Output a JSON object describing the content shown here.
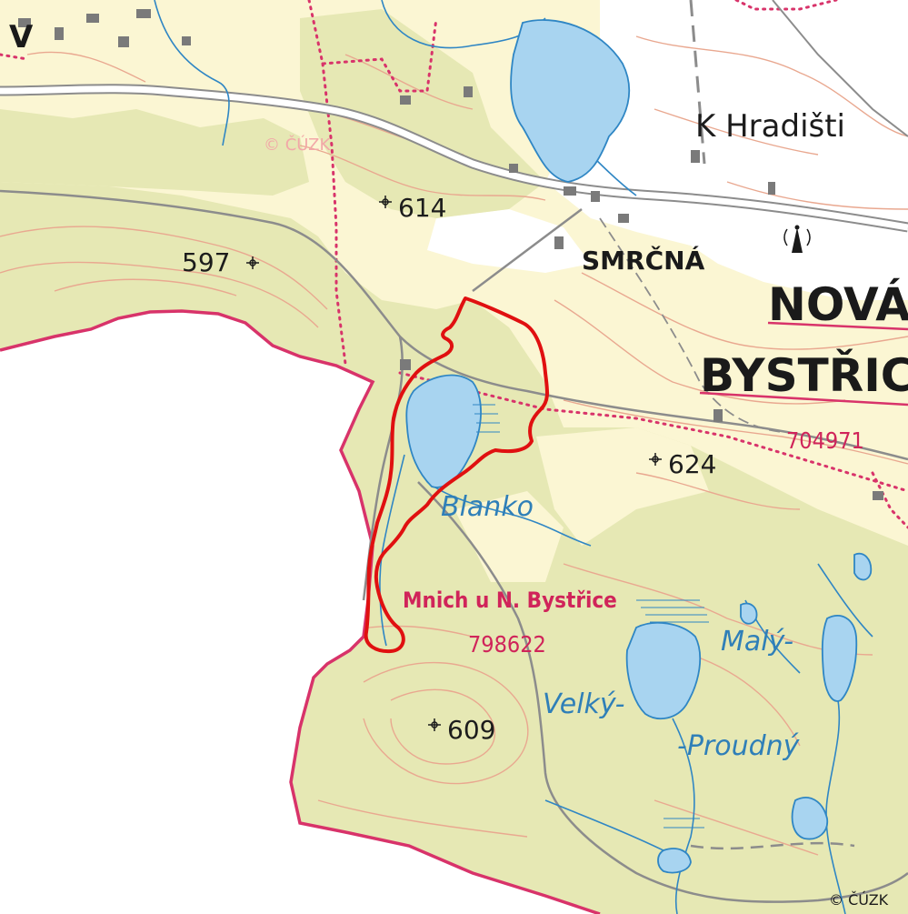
{
  "map": {
    "place_labels": {
      "k_hradisti": "K Hradišti",
      "smrcna": "SMRČNÁ",
      "nova": "NOVÁ",
      "bystrice": "BYSTŘIC",
      "top_left_fragment": "V"
    },
    "spot_heights": {
      "h614": "614",
      "h597": "597",
      "h624": "624",
      "h609": "609"
    },
    "water_labels": {
      "blanko": "Blanko",
      "maly": "Malý-",
      "velky": "Velký-",
      "proudny": "-Proudný"
    },
    "cadastral_labels": {
      "mnich_name": "Mnich u N. Bystřice",
      "mnich_code": "798622",
      "nova_bystrice_code": "704971"
    },
    "copyright": {
      "watermark": "© ČÚZK",
      "corner": "© ČÚZK"
    },
    "colors": {
      "forest": "#e6e8b4",
      "open_land": "#fbf6d3",
      "water": "#a8d4f0",
      "water_line": "#2f86c4",
      "contour": "#e9a890",
      "road": "#8c8c8c",
      "cadastral_border": "#d8336a",
      "red_outline": "#e01010"
    }
  }
}
